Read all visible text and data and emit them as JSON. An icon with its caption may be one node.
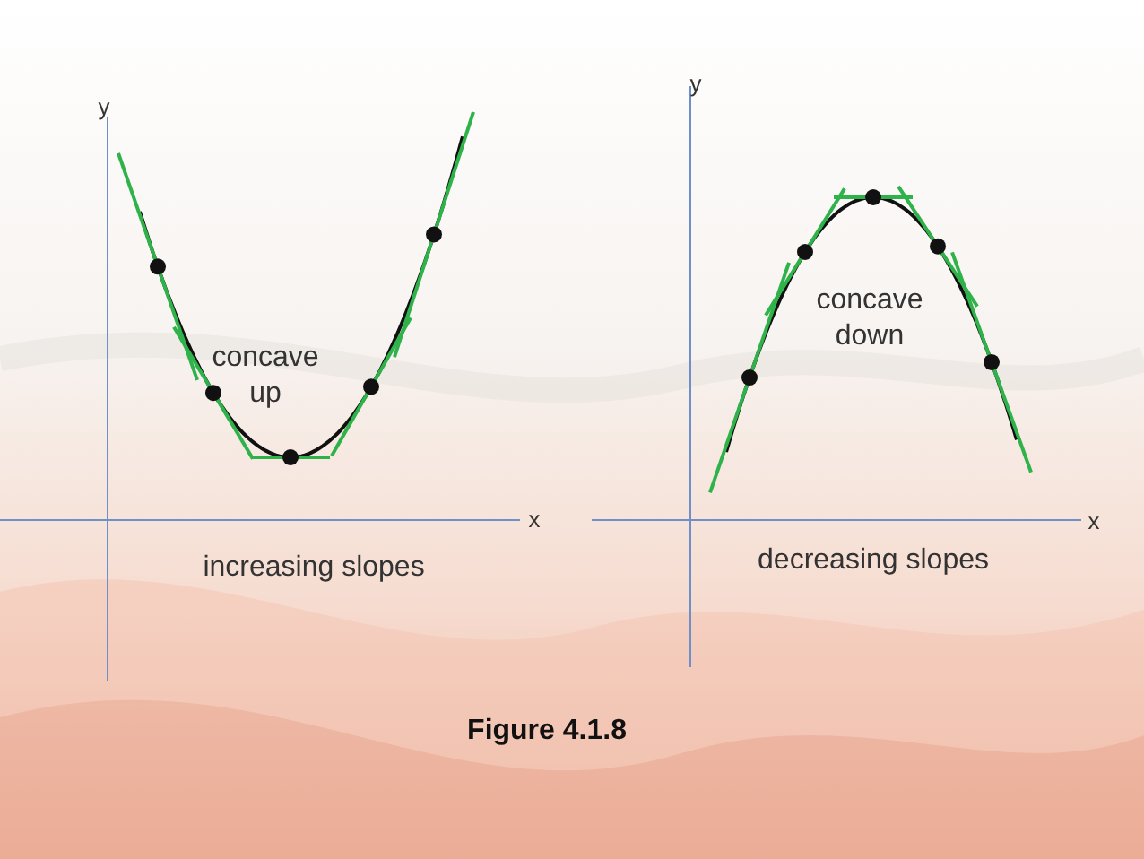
{
  "diagram": {
    "caption": "Figure 4.1.8",
    "labels": [
      "y",
      "x",
      "concave up",
      "increasing slopes",
      "y",
      "x",
      "concave down",
      "decreasing slopes"
    ]
  }
}
